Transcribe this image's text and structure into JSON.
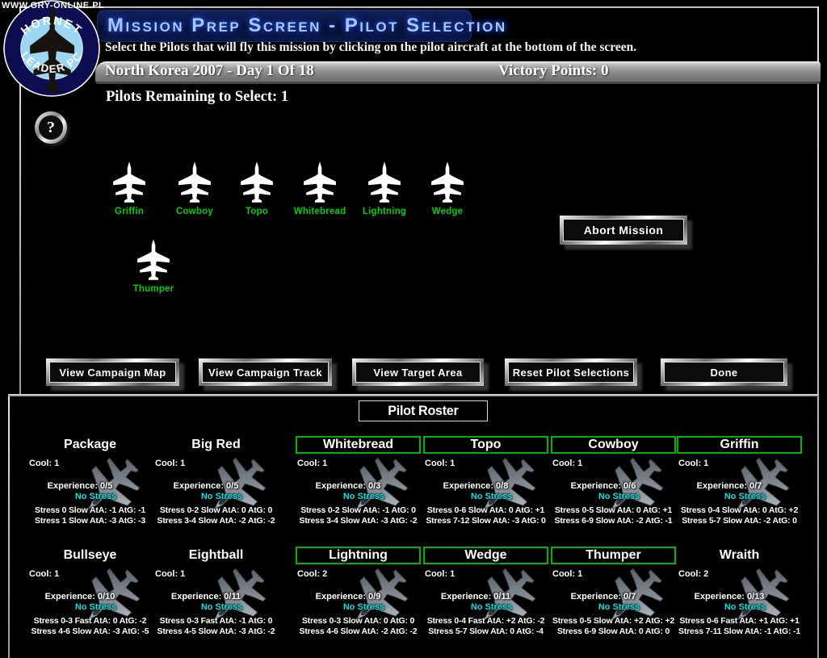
{
  "watermark": "WWW.GRY-ONLINE.PL",
  "logo": {
    "arc_top": "HORNET",
    "arc_bottom": "LEADER PC"
  },
  "header": {
    "title": "Mission Prep Screen - Pilot Selection",
    "subtitle": "Select the Pilots that will fly this mission by clicking on the pilot aircraft at the bottom of the screen."
  },
  "status_bar": {
    "campaign": "North Korea 2007 - Day 1 Of 18",
    "victory_points": "Victory Points: 0"
  },
  "pilots_remaining": "Pilots Remaining to Select: 1",
  "help_label": "?",
  "selected_pilots": {
    "row1": [
      "Griffin",
      "Cowboy",
      "Topo",
      "Whitebread",
      "Lightning",
      "Wedge"
    ],
    "row2": [
      "Thumper"
    ]
  },
  "buttons": {
    "abort": "Abort Mission",
    "view_campaign_map": "View Campaign Map",
    "view_campaign_track": "View Campaign Track",
    "view_target_area": "View Target Area",
    "reset_pilot_selections": "Reset Pilot Selections",
    "done": "Done"
  },
  "roster": {
    "title": "Pilot Roster",
    "pilots": [
      {
        "name": "Package",
        "selected": false,
        "cool": "Cool: 1",
        "experience": "Experience: 0/5",
        "stress_state": "No Stress",
        "stress_line1": "Stress 0 Slow AtA: -1 AtG: -1",
        "stress_line2": "Stress 1 Slow AtA: -3 AtG: -3"
      },
      {
        "name": "Big Red",
        "selected": false,
        "cool": "Cool: 1",
        "experience": "Experience: 0/5",
        "stress_state": "No Stress",
        "stress_line1": "Stress 0-2 Slow AtA: 0 AtG: 0",
        "stress_line2": "Stress 3-4 Slow AtA: -2 AtG: -2"
      },
      {
        "name": "Whitebread",
        "selected": true,
        "cool": "Cool: 1",
        "experience": "Experience: 0/3",
        "stress_state": "No Stress",
        "stress_line1": "Stress 0-2 Slow AtA: -1 AtG: 0",
        "stress_line2": "Stress 3-4 Slow AtA: -3 AtG: -2"
      },
      {
        "name": "Topo",
        "selected": true,
        "cool": "Cool: 1",
        "experience": "Experience: 0/8",
        "stress_state": "No Stress",
        "stress_line1": "Stress 0-6 Slow AtA: 0 AtG: +1",
        "stress_line2": "Stress 7-12 Slow AtA: -3 AtG: 0"
      },
      {
        "name": "Cowboy",
        "selected": true,
        "cool": "Cool: 1",
        "experience": "Experience: 0/6",
        "stress_state": "No Stress",
        "stress_line1": "Stress 0-5 Slow AtA: 0 AtG: +1",
        "stress_line2": "Stress 6-9 Slow AtA: -2 AtG: -1"
      },
      {
        "name": "Griffin",
        "selected": true,
        "cool": "Cool: 1",
        "experience": "Experience: 0/7",
        "stress_state": "No Stress",
        "stress_line1": "Stress 0-4 Slow AtA: 0 AtG: +2",
        "stress_line2": "Stress 5-7 Slow AtA: -2 AtG: 0"
      },
      {
        "name": "Bullseye",
        "selected": false,
        "cool": "Cool: 1",
        "experience": "Experience: 0/10",
        "stress_state": "No Stress",
        "stress_line1": "Stress 0-3 Fast AtA: 0 AtG: -2",
        "stress_line2": "Stress 4-6 Slow AtA: -3 AtG: -5"
      },
      {
        "name": "Eightball",
        "selected": false,
        "cool": "Cool: 1",
        "experience": "Experience: 0/11",
        "stress_state": "No Stress",
        "stress_line1": "Stress 0-3 Fast AtA: -1 AtG: 0",
        "stress_line2": "Stress 4-5 Slow AtA: -3 AtG: -2"
      },
      {
        "name": "Lightning",
        "selected": true,
        "cool": "Cool: 2",
        "experience": "Experience: 0/9",
        "stress_state": "No Stress",
        "stress_line1": "Stress 0-3 Slow AtA: 0 AtG: 0",
        "stress_line2": "Stress 4-6 Slow AtA: -2 AtG: -2"
      },
      {
        "name": "Wedge",
        "selected": true,
        "cool": "Cool: 1",
        "experience": "Experience: 0/11",
        "stress_state": "No Stress",
        "stress_line1": "Stress 0-4 Fast AtA: +2 AtG: -2",
        "stress_line2": "Stress 5-7 Slow AtA: 0 AtG: -4"
      },
      {
        "name": "Thumper",
        "selected": true,
        "cool": "Cool: 1",
        "experience": "Experience: 0/7",
        "stress_state": "No Stress",
        "stress_line1": "Stress 0-5 Slow AtA: +2 AtG: +2",
        "stress_line2": "Stress 6-9 Slow AtA: 0 AtG: 0"
      },
      {
        "name": "Wraith",
        "selected": false,
        "cool": "Cool: 2",
        "experience": "Experience: 0/13",
        "stress_state": "No Stress",
        "stress_line1": "Stress 0-6 Fast AtA: +1 AtG: +1",
        "stress_line2": "Stress 7-11 Slow AtA: -1 AtG: -1"
      }
    ]
  },
  "colors": {
    "selected_green": "#00b400",
    "pilot_label_green": "#00d200",
    "no_stress_cyan": "#00e0e0",
    "title_blue": "#a9c6ff"
  }
}
